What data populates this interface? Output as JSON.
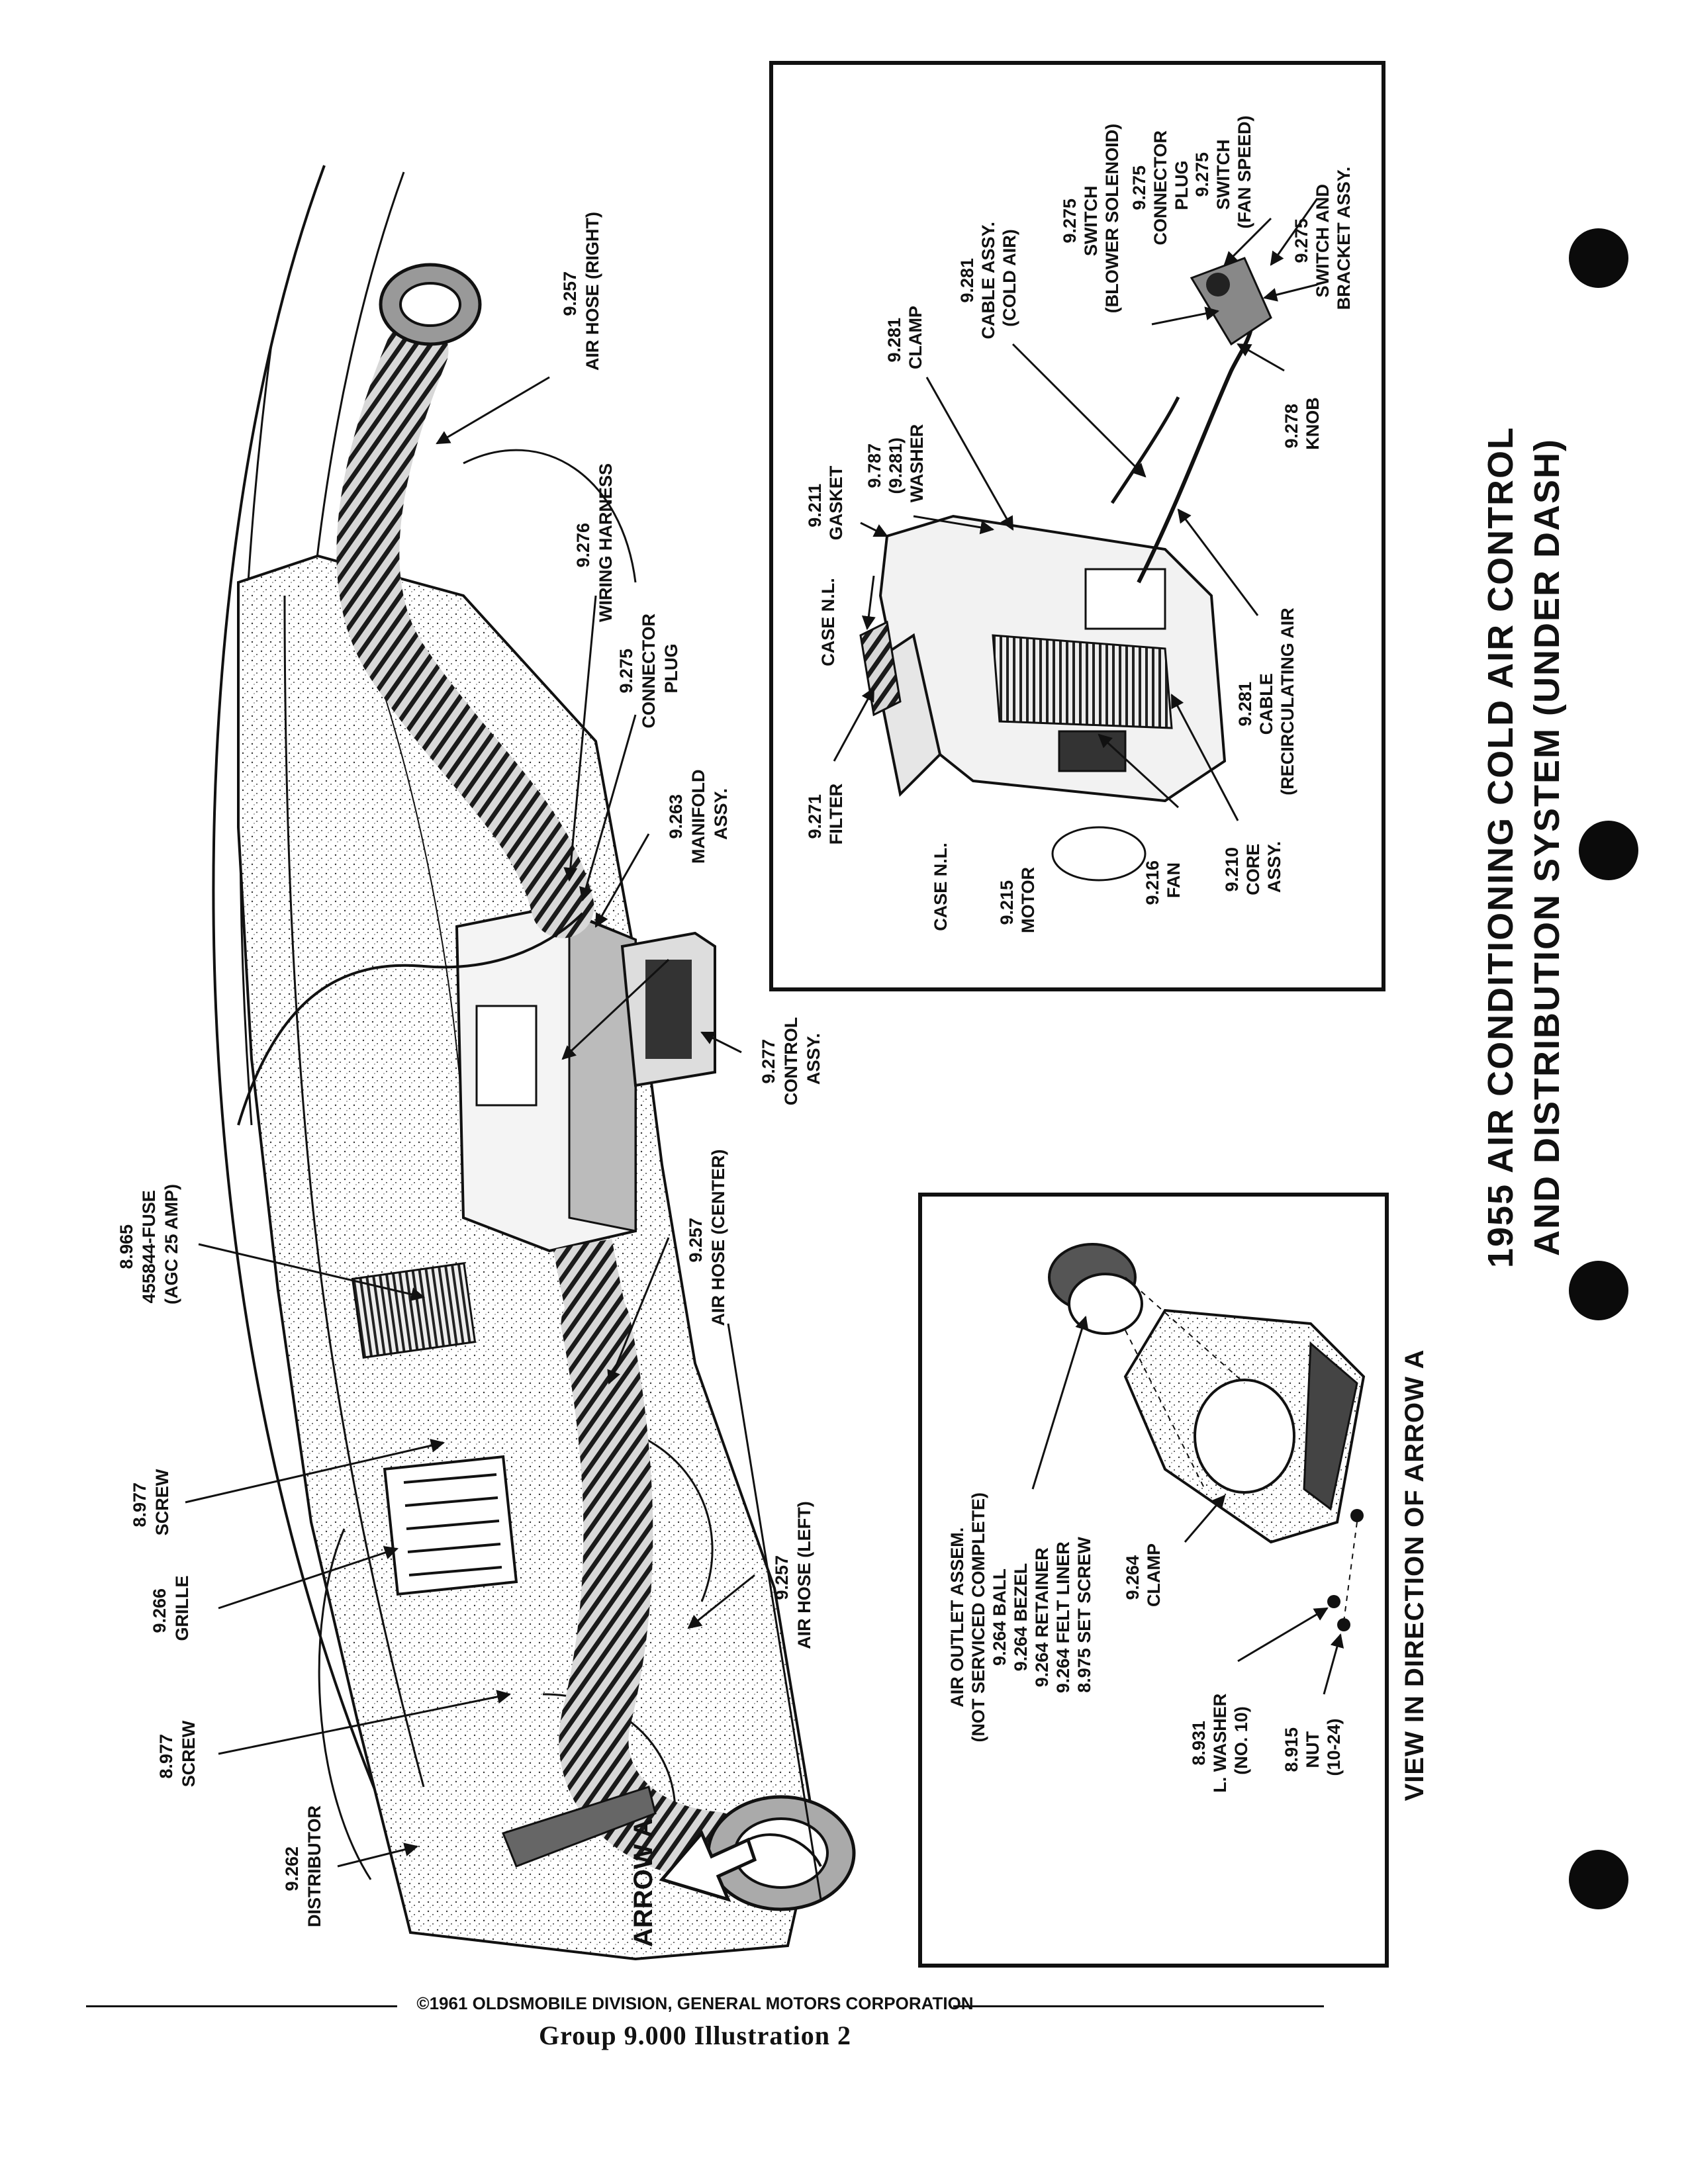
{
  "title": {
    "line1": "1955 AIR CONDITIONING COLD AIR CONTROL",
    "line2": "AND DISTRIBUTION SYSTEM (UNDER DASH)"
  },
  "main_labels": {
    "air_hose_right": [
      "9.257",
      "AIR HOSE (RIGHT)"
    ],
    "wiring_harness": [
      "9.276",
      "WIRING HARNESS"
    ],
    "connector_plug": [
      "9.275",
      "CONNECTOR",
      "PLUG"
    ],
    "manifold_assy": [
      "9.263",
      "MANIFOLD",
      "ASSY."
    ],
    "control_assy": [
      "9.277",
      "CONTROL",
      "ASSY."
    ],
    "fuse": [
      "8.965",
      "455844-FUSE",
      "(AGC 25 AMP)"
    ],
    "air_hose_center": [
      "9.257",
      "AIR HOSE (CENTER)"
    ],
    "screw_upper": [
      "8.977",
      "SCREW"
    ],
    "grille": [
      "9.266",
      "GRILLE"
    ],
    "air_hose_left": [
      "9.257",
      "AIR HOSE (LEFT)"
    ],
    "screw_lower": [
      "8.977",
      "SCREW"
    ],
    "distributor": [
      "9.262",
      "DISTRIBUTOR"
    ],
    "arrow_a": "ARROW A"
  },
  "inset_top": {
    "switch_bracket": [
      "9.275",
      "SWITCH AND",
      "BRACKET ASSY."
    ],
    "switch_fan": [
      "9.275",
      "SWITCH",
      "(FAN SPEED)"
    ],
    "connector_plug": [
      "9.275",
      "CONNECTOR",
      "PLUG"
    ],
    "switch_blower": [
      "9.275",
      "SWITCH",
      "(BLOWER SOLENOID)"
    ],
    "cable_cold": [
      "9.281",
      "CABLE ASSY.",
      "(COLD AIR)"
    ],
    "clamp": [
      "9.281",
      "CLAMP"
    ],
    "washer": [
      "9.787",
      "(9.281)",
      "WASHER"
    ],
    "gasket": [
      "9.211",
      "GASKET"
    ],
    "knob": [
      "9.278",
      "KNOB"
    ],
    "case_nl_top": "CASE N.L.",
    "cable_recirc": [
      "9.281",
      "CABLE",
      "(RECIRCULATING AIR"
    ],
    "filter": [
      "9.271",
      "FILTER"
    ],
    "case_nl_bottom": "CASE N.L.",
    "motor": [
      "9.215",
      "MOTOR"
    ],
    "fan": [
      "9.216",
      "FAN"
    ],
    "core": [
      "9.210",
      "CORE",
      "ASSY."
    ]
  },
  "inset_bottom": {
    "outlet": [
      "AIR OUTLET ASSEM.",
      "(NOT SERVICED COMPLETE)",
      "9.264 BALL",
      "9.264 BEZEL",
      "9.264 RETAINER",
      "9.264 FELT LINER",
      "8.975 SET SCREW"
    ],
    "clamp": [
      "9.264",
      "CLAMP"
    ],
    "washer": [
      "8.931",
      "L. WASHER",
      "(NO. 10)"
    ],
    "nut": [
      "8.915",
      "NUT",
      "(10-24)"
    ],
    "view": "VIEW IN DIRECTION OF ARROW A"
  },
  "footer": {
    "copyright": "©1961 OLDSMOBILE DIVISION, GENERAL MOTORS CORPORATION",
    "group": "Group 9.000 Illustration 2"
  }
}
